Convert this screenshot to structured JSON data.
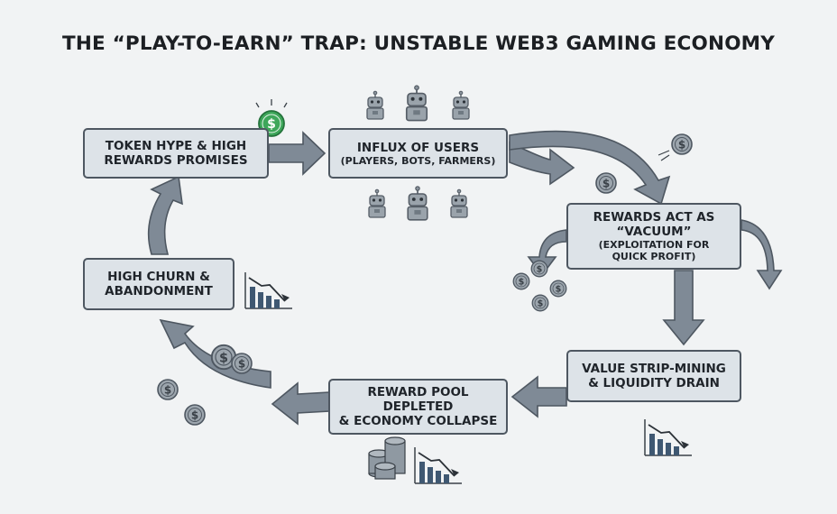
{
  "title": "THE “PLAY-TO-EARN” TRAP: UNSTABLE WEB3 GAMING ECONOMY",
  "nodes": {
    "token_hype": {
      "line1": "TOKEN HYPE & HIGH",
      "line2": "REWARDS PROMISES"
    },
    "influx": {
      "line1": "INFLUX OF USERS",
      "line2": "(PLAYERS, BOTS, FARMERS)"
    },
    "rewards_vacuum": {
      "line1": "REWARDS ACT AS",
      "line2": "“VACUUM”",
      "line3": "(EXPLOITATION FOR",
      "line4": "QUICK PROFIT)"
    },
    "strip_mining": {
      "line1": "VALUE STRIP-MINING",
      "line2": "& LIQUIDITY DRAIN"
    },
    "pool_depleted": {
      "line1": "REWARD POOL",
      "line2": "DEPLETED",
      "line3": "& ECONOMY COLLAPSE"
    },
    "churn": {
      "line1": "HIGH CHURN &",
      "line2": "ABANDONMENT"
    }
  },
  "icons": {
    "dollar": "$",
    "coin_color": "#3ea75a",
    "arrow_color": "#7f8a96",
    "arrow_stroke": "#4e5761"
  }
}
